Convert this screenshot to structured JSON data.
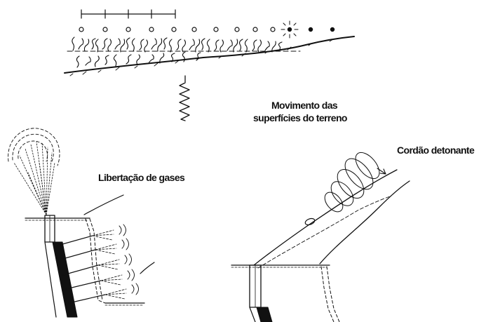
{
  "labels": {
    "movement_line1": "Movimento das",
    "movement_line2": "superfícies do terreno",
    "gas_release": "Libertação de gases",
    "detonating_cord": "Cordão detonante"
  },
  "colors": {
    "ink": "#111111",
    "background": "#ffffff"
  },
  "panels": {
    "top": "ground-surface-movement-sketch",
    "left": "borehole-gas-release-sketch",
    "right": "detonating-cord-sketch"
  }
}
